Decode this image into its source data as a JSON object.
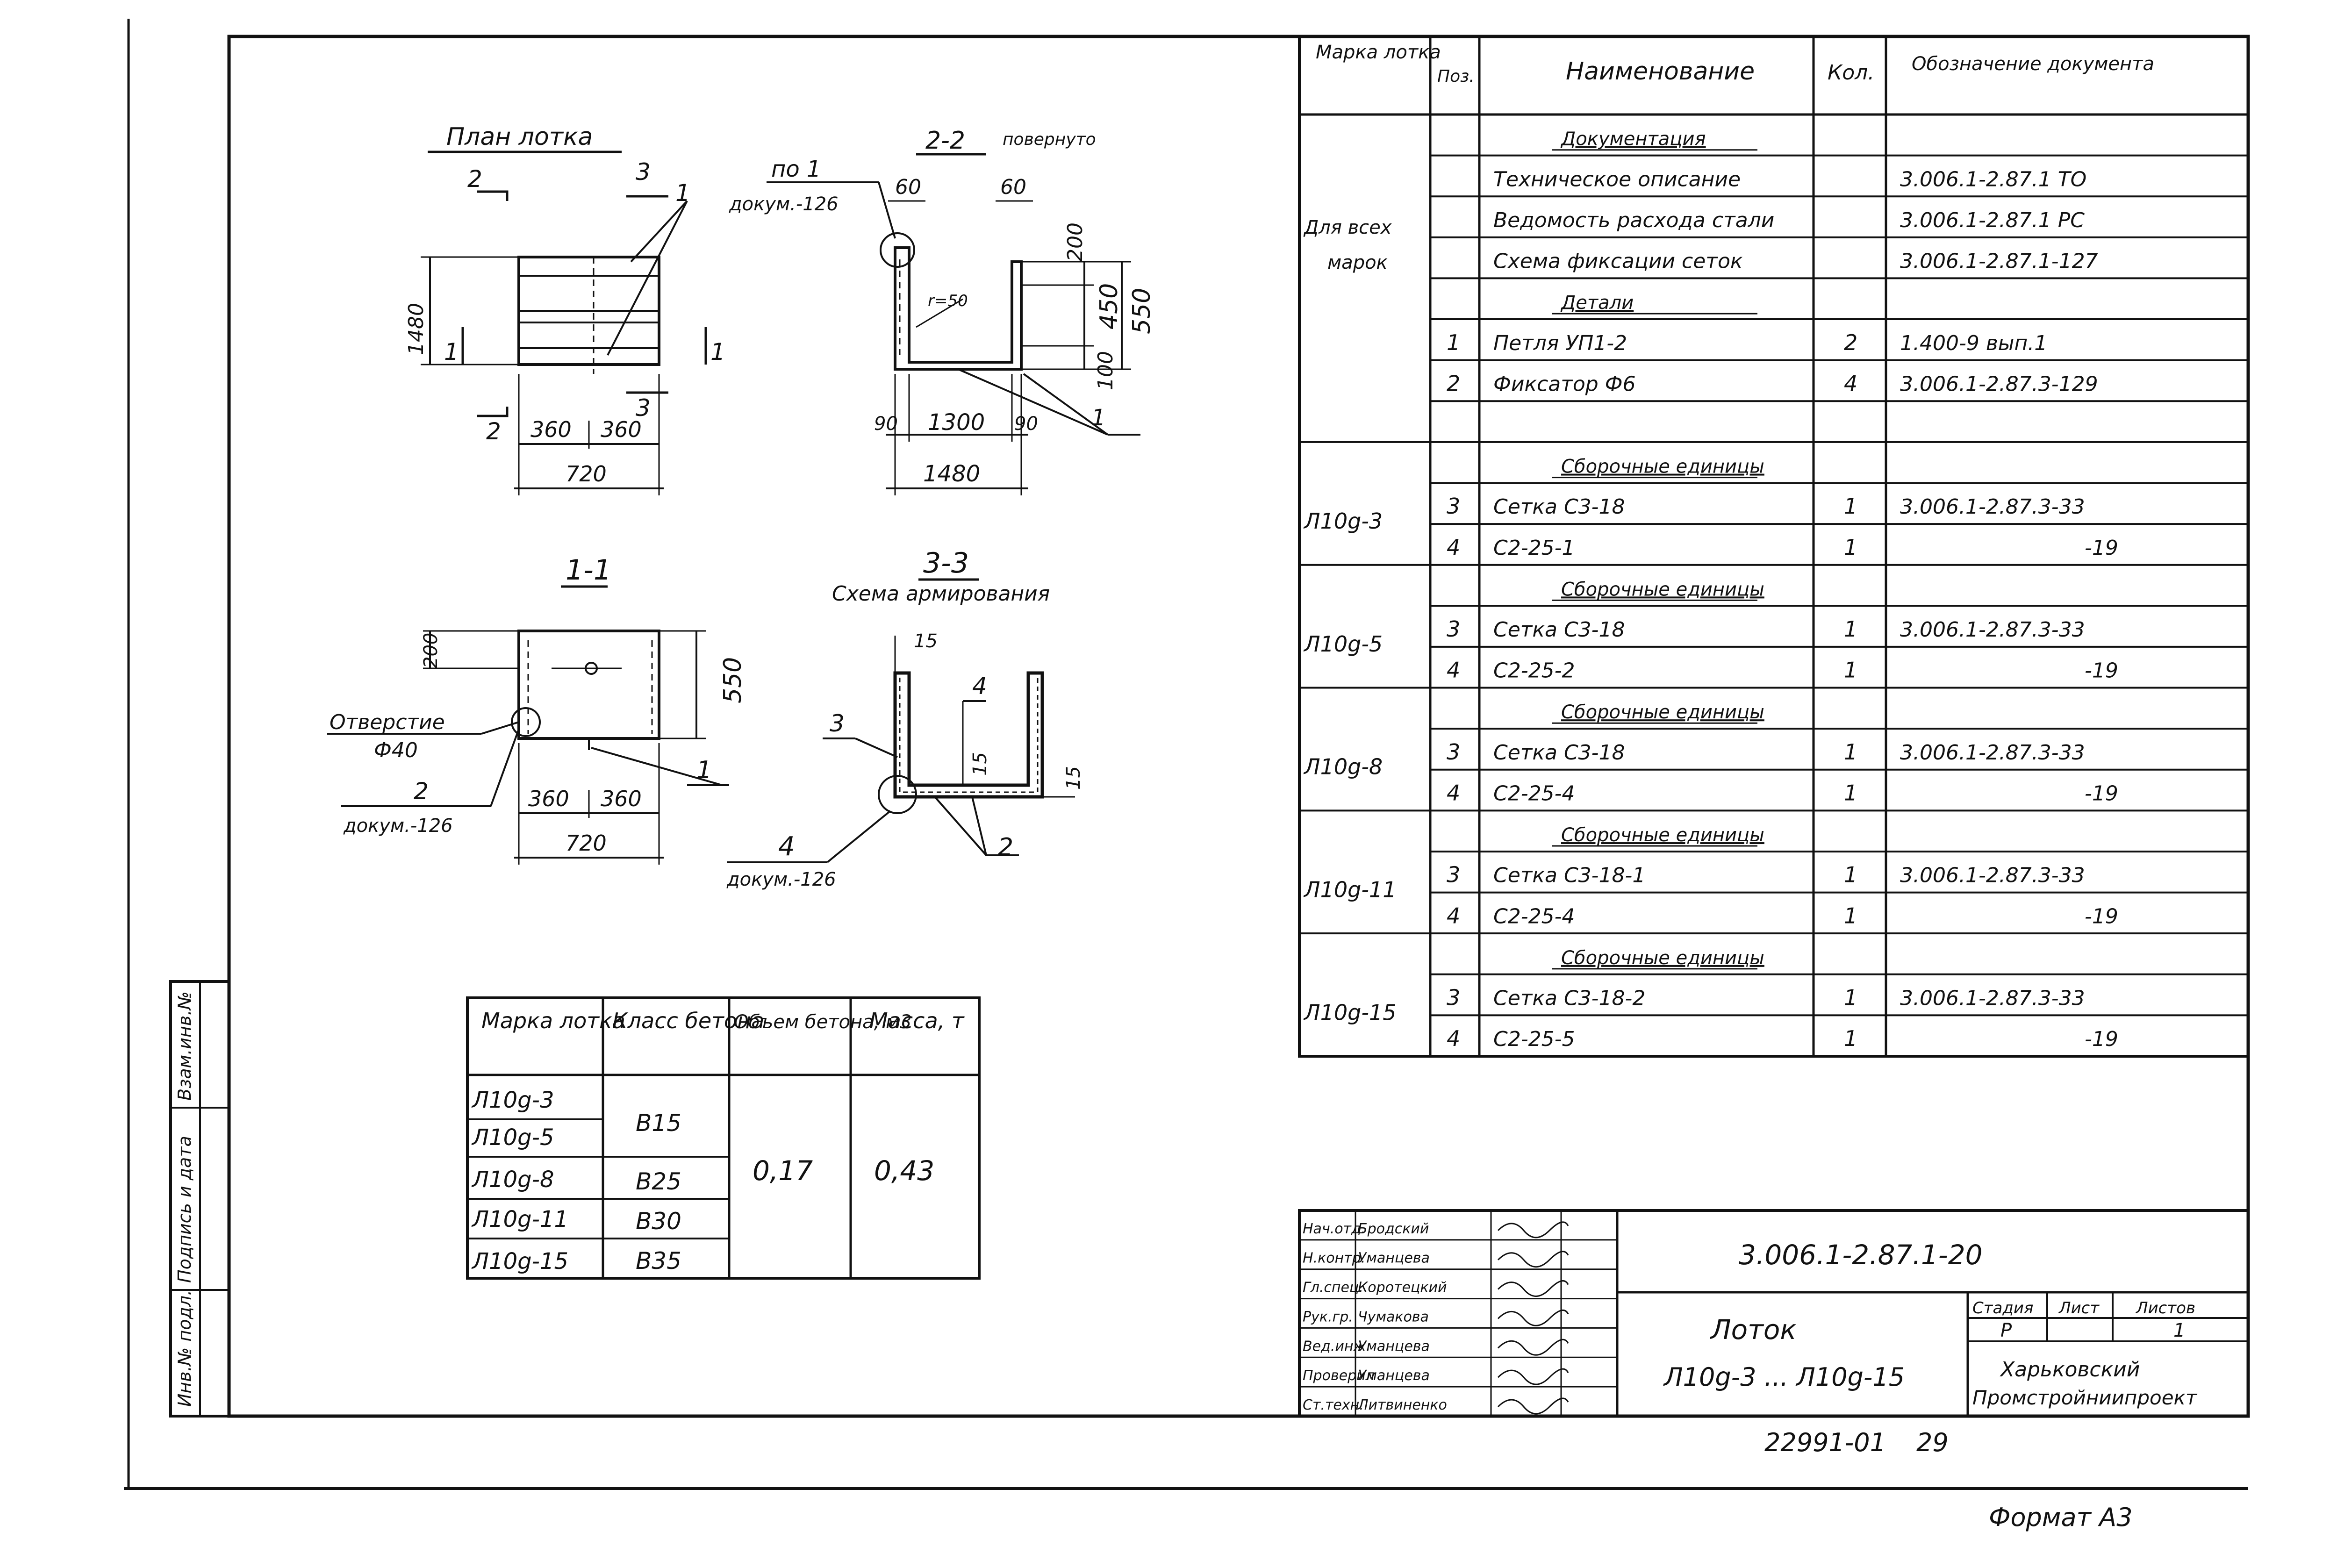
{
  "views": {
    "plan": {
      "title": "План лотка",
      "section_left": "2",
      "section_marker": "3",
      "section_marker_bottom": "3",
      "section_1_left": "1",
      "section_1_right": "1",
      "section_2_bottom": "2",
      "pos_label": "1",
      "height": "1480",
      "width_left": "360",
      "width_right": "360",
      "width_total": "720"
    },
    "section22": {
      "title": "2-2",
      "note": "повернуто",
      "ref_pos": "по 1",
      "ref_doc": "докум.-126",
      "dim_top_left": "60",
      "dim_top_right": "60",
      "dim_200": "200",
      "dim_450": "450",
      "dim_550": "550",
      "dim_100": "100",
      "dim_r50": "r=50",
      "dim_90_left": "90",
      "dim_1300": "1300",
      "dim_90_right": "90",
      "dim_total": "1480",
      "pos_label": "1"
    },
    "section11": {
      "title": "1-1",
      "dim_200": "200",
      "dim_550": "550",
      "hole_label": "Отверстие",
      "hole_size": "Ф40",
      "pos2": "2",
      "pos2_doc": "докум.-126",
      "pos1": "1",
      "width_left": "360",
      "width_right": "360",
      "width_total": "720"
    },
    "section33": {
      "title": "3-3",
      "subtitle": "Схема армирования",
      "dim_15_top": "15",
      "dim_15_mid": "15",
      "dim_15_right": "15",
      "pos3": "3",
      "pos4_top": "4",
      "pos4": "4",
      "pos4_doc": "докум.-126",
      "pos2": "2"
    }
  },
  "concrete_table": {
    "headers": [
      "Марка лотка",
      "Класс бетона",
      "Объем бетона, м3",
      "Масса, т"
    ],
    "rows": [
      {
        "mark": "Л10g-3",
        "class": "В15"
      },
      {
        "mark": "Л10g-5",
        "class": ""
      },
      {
        "mark": "Л10g-8",
        "class": "В25"
      },
      {
        "mark": "Л10g-11",
        "class": "В30"
      },
      {
        "mark": "Л10g-15",
        "class": "В35"
      }
    ],
    "volume": "0,17",
    "mass": "0,43"
  },
  "spec_table": {
    "headers": {
      "mark": "Марка лотка",
      "pos": "Поз.",
      "name": "Наименование",
      "qty": "Кол.",
      "doc": "Обозначение документа"
    },
    "all_marks_label_1": "Для всех",
    "all_marks_label_2": "марок",
    "rows": [
      {
        "pos": "",
        "name": "Документация",
        "qty": "",
        "doc": ""
      },
      {
        "pos": "",
        "name": "Техническое описание",
        "qty": "",
        "doc": "3.006.1-2.87.1 ТО"
      },
      {
        "pos": "",
        "name": "Ведомость расхода стали",
        "qty": "",
        "doc": "3.006.1-2.87.1 РС"
      },
      {
        "pos": "",
        "name": "Схема фиксации сеток",
        "qty": "",
        "doc": "3.006.1-2.87.1-127"
      },
      {
        "pos": "",
        "name": "Детали",
        "qty": "",
        "doc": ""
      },
      {
        "pos": "1",
        "name": "Петля УП1-2",
        "qty": "2",
        "doc": "1.400-9 вып.1"
      },
      {
        "pos": "2",
        "name": "Фиксатор Ф6",
        "qty": "4",
        "doc": "3.006.1-2.87.3-129"
      },
      {
        "pos": "",
        "name": "",
        "qty": "",
        "doc": ""
      },
      {
        "pos": "",
        "name": "Сборочные единицы",
        "qty": "",
        "doc": "",
        "mark": ""
      },
      {
        "pos": "3",
        "name": "Сетка С3-18",
        "qty": "1",
        "doc": "3.006.1-2.87.3-33",
        "mark": "Л10g-3"
      },
      {
        "pos": "4",
        "name": "С2-25-1",
        "qty": "1",
        "doc": "-19"
      },
      {
        "pos": "",
        "name": "Сборочные единицы",
        "qty": "",
        "doc": ""
      },
      {
        "pos": "3",
        "name": "Сетка С3-18",
        "qty": "1",
        "doc": "3.006.1-2.87.3-33",
        "mark": "Л10g-5"
      },
      {
        "pos": "4",
        "name": "С2-25-2",
        "qty": "1",
        "doc": "-19"
      },
      {
        "pos": "",
        "name": "Сборочные единицы",
        "qty": "",
        "doc": ""
      },
      {
        "pos": "3",
        "name": "Сетка С3-18",
        "qty": "1",
        "doc": "3.006.1-2.87.3-33",
        "mark": "Л10g-8"
      },
      {
        "pos": "4",
        "name": "С2-25-4",
        "qty": "1",
        "doc": "-19"
      },
      {
        "pos": "",
        "name": "Сборочные единицы",
        "qty": "",
        "doc": ""
      },
      {
        "pos": "3",
        "name": "Сетка С3-18-1",
        "qty": "1",
        "doc": "3.006.1-2.87.3-33",
        "mark": "Л10g-11"
      },
      {
        "pos": "4",
        "name": "С2-25-4",
        "qty": "1",
        "doc": "-19"
      },
      {
        "pos": "",
        "name": "Сборочные единицы",
        "qty": "",
        "doc": ""
      },
      {
        "pos": "3",
        "name": "Сетка С3-18-2",
        "qty": "1",
        "doc": "3.006.1-2.87.3-33",
        "mark": "Л10g-15"
      },
      {
        "pos": "4",
        "name": "С2-25-5",
        "qty": "1",
        "doc": "-19"
      }
    ]
  },
  "title_block": {
    "signers": [
      {
        "role": "Нач.отд.",
        "name": "Бродский"
      },
      {
        "role": "Н.контр.",
        "name": "Уманцева"
      },
      {
        "role": "Гл.спец.",
        "name": "Коротецкий"
      },
      {
        "role": "Рук.гр.",
        "name": "Чумакова"
      },
      {
        "role": "Вед.инж.",
        "name": "Уманцева"
      },
      {
        "role": "Проверил",
        "name": "Уманцева"
      },
      {
        "role": "Ст.техн.",
        "name": "Литвиненко"
      }
    ],
    "doc_code": "3.006.1-2.87.1-20",
    "name_1": "Лоток",
    "name_2": "Л10g-3 ... Л10g-15",
    "stage_label": "Стадия",
    "sheet_label": "Лист",
    "sheets_label": "Листов",
    "stage": "Р",
    "sheet": "",
    "sheets": "1",
    "org_1": "Харьковский",
    "org_2": "Промстройниипроект"
  },
  "side_stamps": [
    "Инв.№ подл.",
    "Подпись и дата",
    "Взам.инв.№"
  ],
  "footer": {
    "inventory": "22991-01",
    "page": "29",
    "format": "Формат А3"
  },
  "colors": {
    "ink": "#111111",
    "paper": "#ffffff"
  }
}
